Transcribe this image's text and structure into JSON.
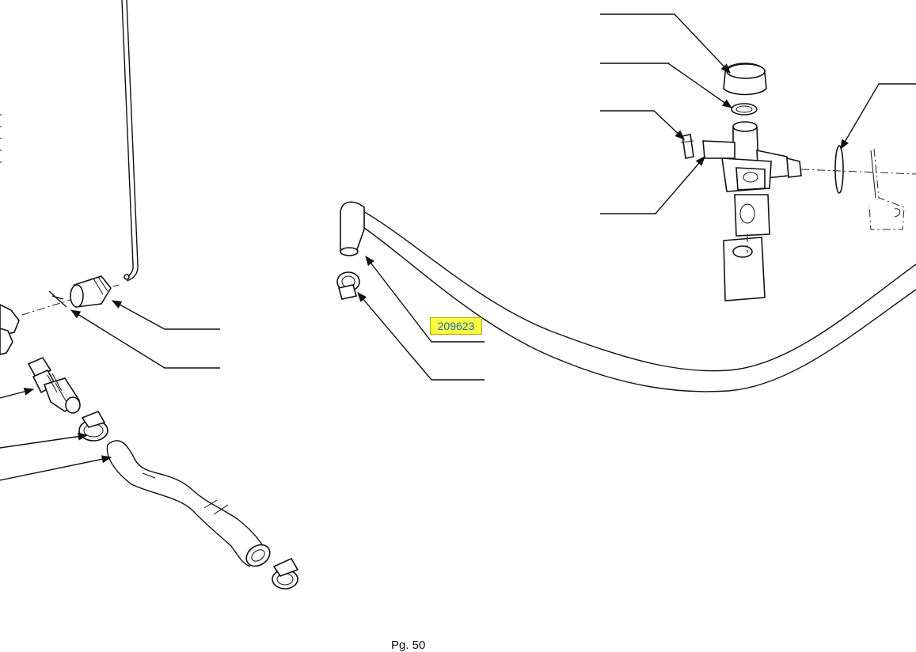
{
  "diagram": {
    "callouts": [
      {
        "id": "hose-part-number",
        "text": "209623",
        "highlight": "#fbff3c",
        "text_color": "#1f63c9"
      }
    ],
    "page_footer": "Pg. 50"
  },
  "colors": {
    "line": "#111111",
    "highlight": "#fbff3c",
    "link_text": "#1f63c9",
    "background": "#ffffff"
  }
}
